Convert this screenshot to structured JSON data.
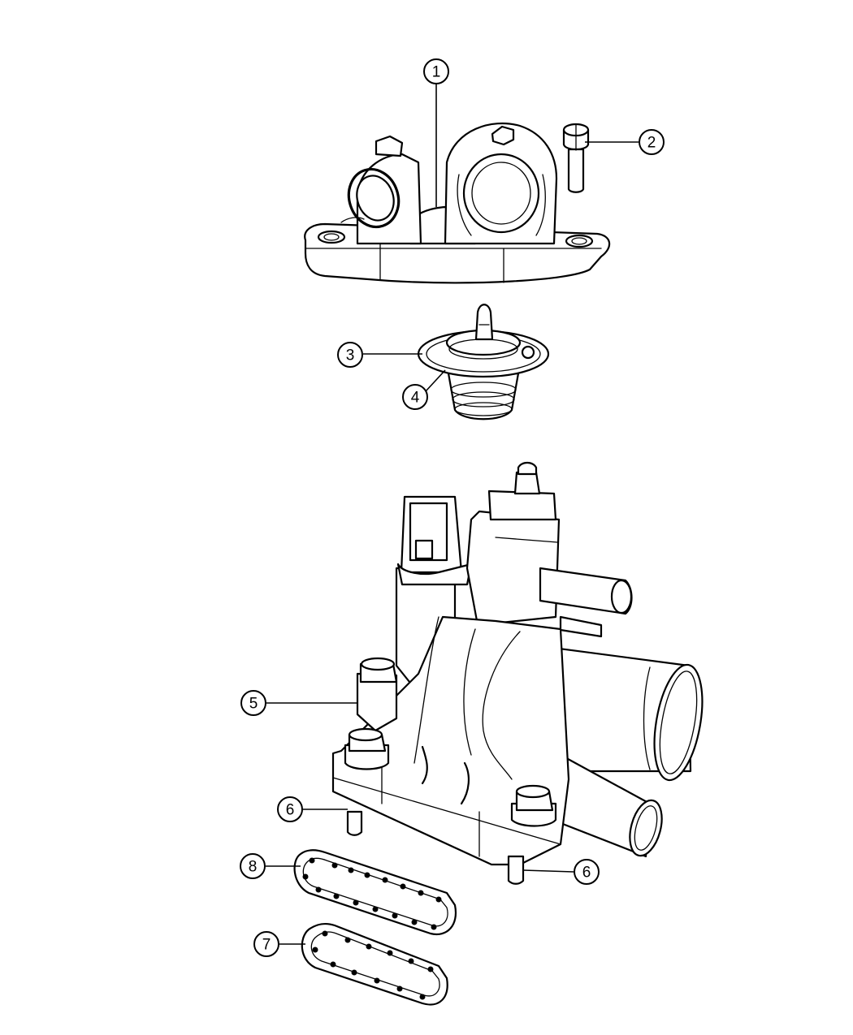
{
  "callouts": [
    {
      "id": "c1",
      "label": "1"
    },
    {
      "id": "c2",
      "label": "2"
    },
    {
      "id": "c3",
      "label": "3"
    },
    {
      "id": "c4",
      "label": "4"
    },
    {
      "id": "c5",
      "label": "5"
    },
    {
      "id": "c6a",
      "label": "6"
    },
    {
      "id": "c6b",
      "label": "6"
    },
    {
      "id": "c7",
      "label": "7"
    },
    {
      "id": "c8",
      "label": "8"
    }
  ],
  "colors": {
    "line": "#000000",
    "background": "#ffffff"
  }
}
